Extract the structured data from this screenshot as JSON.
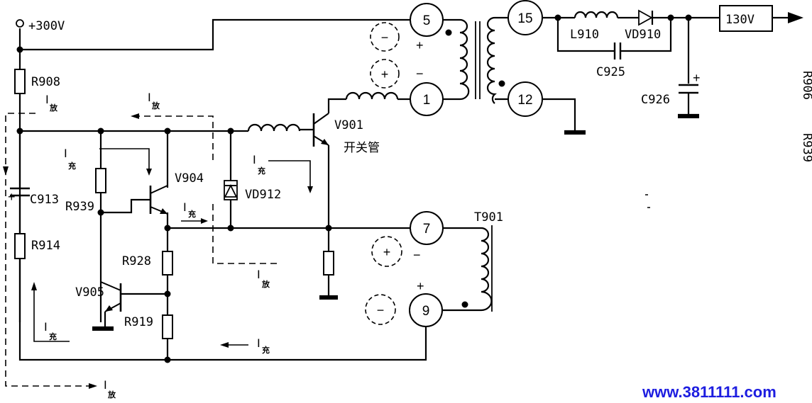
{
  "supply": {
    "label": "+300V"
  },
  "output": {
    "label": "130V"
  },
  "transformer": {
    "label": "T901"
  },
  "transistors": {
    "v901": "V901",
    "v901_role": "开关管",
    "v904": "V904",
    "v905": "V905"
  },
  "resistors": {
    "r908": "R908",
    "r914": "R914",
    "r939": "R939",
    "r928": "R928",
    "r919": "R919"
  },
  "capacitors": {
    "c913": "C913",
    "c925": "C925",
    "c926": "C926"
  },
  "diodes": {
    "vd912": "VD912",
    "vd910": "VD910"
  },
  "inductors": {
    "l910": "L910"
  },
  "pins": {
    "p1": "1",
    "p5": "5",
    "p7": "7",
    "p9": "9",
    "p12": "12",
    "p15": "15"
  },
  "polarity": {
    "plus": "+",
    "minus": "−"
  },
  "currents": {
    "symbol": "I",
    "discharge": "放",
    "charge": "充"
  },
  "margin_labels": {
    "right_top": "R906",
    "right_bottom": "R939"
  },
  "watermark": "www.3811111.com"
}
